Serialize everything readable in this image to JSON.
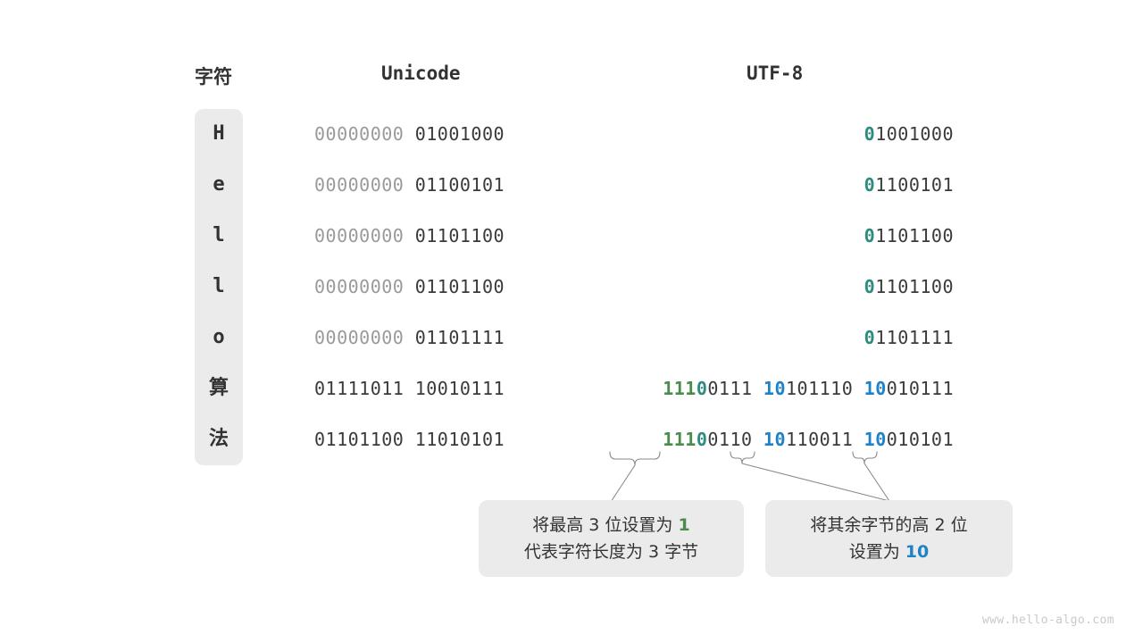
{
  "headers": {
    "character": "字符",
    "unicode": "Unicode",
    "utf8": "UTF-8"
  },
  "colors": {
    "green": "#4a8c4a",
    "teal": "#2e8b7f",
    "blue": "#1e82c8",
    "dim": "#9a9a9a",
    "text": "#3a3a3a",
    "panel": "#ebebeb"
  },
  "rows": [
    {
      "char": "H",
      "unicode_high": "00000000",
      "unicode_low": "01001000",
      "utf8_bytes": [
        {
          "marker": "0",
          "marker_color": "teal",
          "rest": "1001000"
        }
      ]
    },
    {
      "char": "e",
      "unicode_high": "00000000",
      "unicode_low": "01100101",
      "utf8_bytes": [
        {
          "marker": "0",
          "marker_color": "teal",
          "rest": "1100101"
        }
      ]
    },
    {
      "char": "l",
      "unicode_high": "00000000",
      "unicode_low": "01101100",
      "utf8_bytes": [
        {
          "marker": "0",
          "marker_color": "teal",
          "rest": "1101100"
        }
      ]
    },
    {
      "char": "l",
      "unicode_high": "00000000",
      "unicode_low": "01101100",
      "utf8_bytes": [
        {
          "marker": "0",
          "marker_color": "teal",
          "rest": "1101100"
        }
      ]
    },
    {
      "char": "o",
      "unicode_high": "00000000",
      "unicode_low": "01101111",
      "utf8_bytes": [
        {
          "marker": "0",
          "marker_color": "teal",
          "rest": "1101111"
        }
      ]
    },
    {
      "char": "算",
      "unicode_high": "01111011",
      "unicode_low": "10010111",
      "utf8_bytes": [
        {
          "marker": "111",
          "marker_color": "green",
          "marker2": "0",
          "marker2_color": "teal",
          "rest": "0111"
        },
        {
          "marker": "10",
          "marker_color": "blue",
          "rest": "101110"
        },
        {
          "marker": "10",
          "marker_color": "blue",
          "rest": "010111"
        }
      ]
    },
    {
      "char": "法",
      "unicode_high": "01101100",
      "unicode_low": "11010101",
      "utf8_bytes": [
        {
          "marker": "111",
          "marker_color": "green",
          "marker2": "0",
          "marker2_color": "teal",
          "rest": "0110"
        },
        {
          "marker": "10",
          "marker_color": "blue",
          "rest": "110011"
        },
        {
          "marker": "10",
          "marker_color": "blue",
          "rest": "010101"
        }
      ]
    }
  ],
  "callouts": {
    "length": {
      "line1_prefix": "将最高 3 位设置为 ",
      "line1_value": "1",
      "line2": "代表字符长度为 3 字节"
    },
    "continuation": {
      "line1": "将其余字节的高 2 位",
      "line2_prefix": "设置为 ",
      "line2_value": "10"
    }
  },
  "watermark": "www.hello-algo.com"
}
